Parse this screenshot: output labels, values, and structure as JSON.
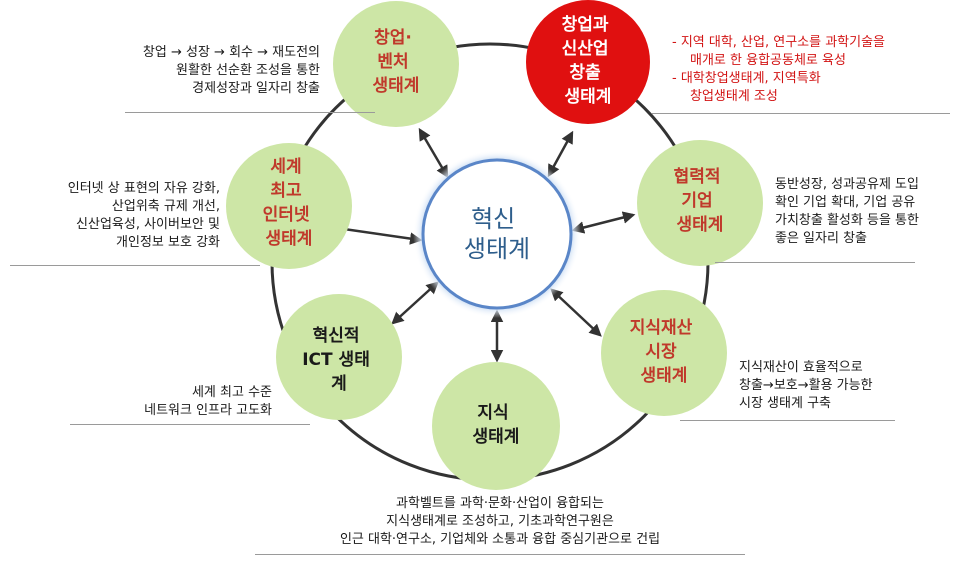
{
  "diagram": {
    "center": {
      "lines": [
        "혁신",
        "생태계"
      ]
    },
    "nodes": [
      {
        "id": "startup-venture",
        "lines": [
          "창업·",
          "벤처",
          "생태계"
        ],
        "text_color": "#c0392b",
        "fill": "#cde6a6"
      },
      {
        "id": "startup-industry",
        "lines": [
          "창업과",
          "신산업",
          "창출",
          "생태계"
        ],
        "text_color": "#ffffff",
        "fill": "#e01010"
      },
      {
        "id": "cooperative-enterprise",
        "lines": [
          "협력적",
          "기업",
          "생태계"
        ],
        "text_color": "#c0392b",
        "fill": "#cde6a6"
      },
      {
        "id": "ip-market",
        "lines": [
          "지식재산",
          "시장",
          "생태계"
        ],
        "text_color": "#c0392b",
        "fill": "#cde6a6"
      },
      {
        "id": "knowledge",
        "lines": [
          "지식",
          "생태계"
        ],
        "text_color": "#1a1a1a",
        "fill": "#cde6a6"
      },
      {
        "id": "innovative-ict",
        "lines": [
          "혁신적",
          "ICT 생태",
          "계"
        ],
        "text_color": "#1a1a1a",
        "fill": "#cde6a6"
      },
      {
        "id": "world-best-internet",
        "lines": [
          "세계",
          "최고",
          "인터넷",
          "생태계"
        ],
        "text_color": "#c0392b",
        "fill": "#cde6a6"
      }
    ],
    "descriptions": {
      "startup_venture": [
        "창업 → 성장 → 회수 → 재도전의",
        "원활한 선순환 조성을 통한",
        "경제성장과 일자리 창출"
      ],
      "startup_industry": [
        "-  지역 대학, 산업, 연구소를 과학기술을",
        "매개로 한 융합공동체로 육성",
        "-  대학창업생태계, 지역특화",
        "창업생태계 조성"
      ],
      "cooperative_enterprise": [
        "동반성장, 성과공유제 도입",
        "확인 기업 확대, 기업 공유",
        "가치창출 활성화 등을 통한",
        "좋은 일자리 창출"
      ],
      "ip_market": [
        "지식재산이 효율적으로",
        "창출→보호→활용 가능한",
        "시장 생태계 구축"
      ],
      "knowledge": [
        "과학벨트를 과학·문화·산업이 융합되는",
        "지식생태계로 조성하고, 기초과학연구원은",
        "인근 대학·연구소, 기업체와 소통과 융합 중심기관으로 건립"
      ],
      "innovative_ict": [
        "세계 최고 수준",
        "네트워크 인프라 고도화"
      ],
      "world_best_internet": [
        "인터넷 상 표현의 자유 강화,",
        "산업위축 규제 개선,",
        "신산업육성, 사이버보안 및",
        "개인정보 보호 강화"
      ]
    },
    "colors": {
      "ring": "#333333",
      "arrow": "#333333",
      "center_glow": "#a9c6ea",
      "center_border": "#5a86c8",
      "red_text": "#d21414"
    }
  }
}
